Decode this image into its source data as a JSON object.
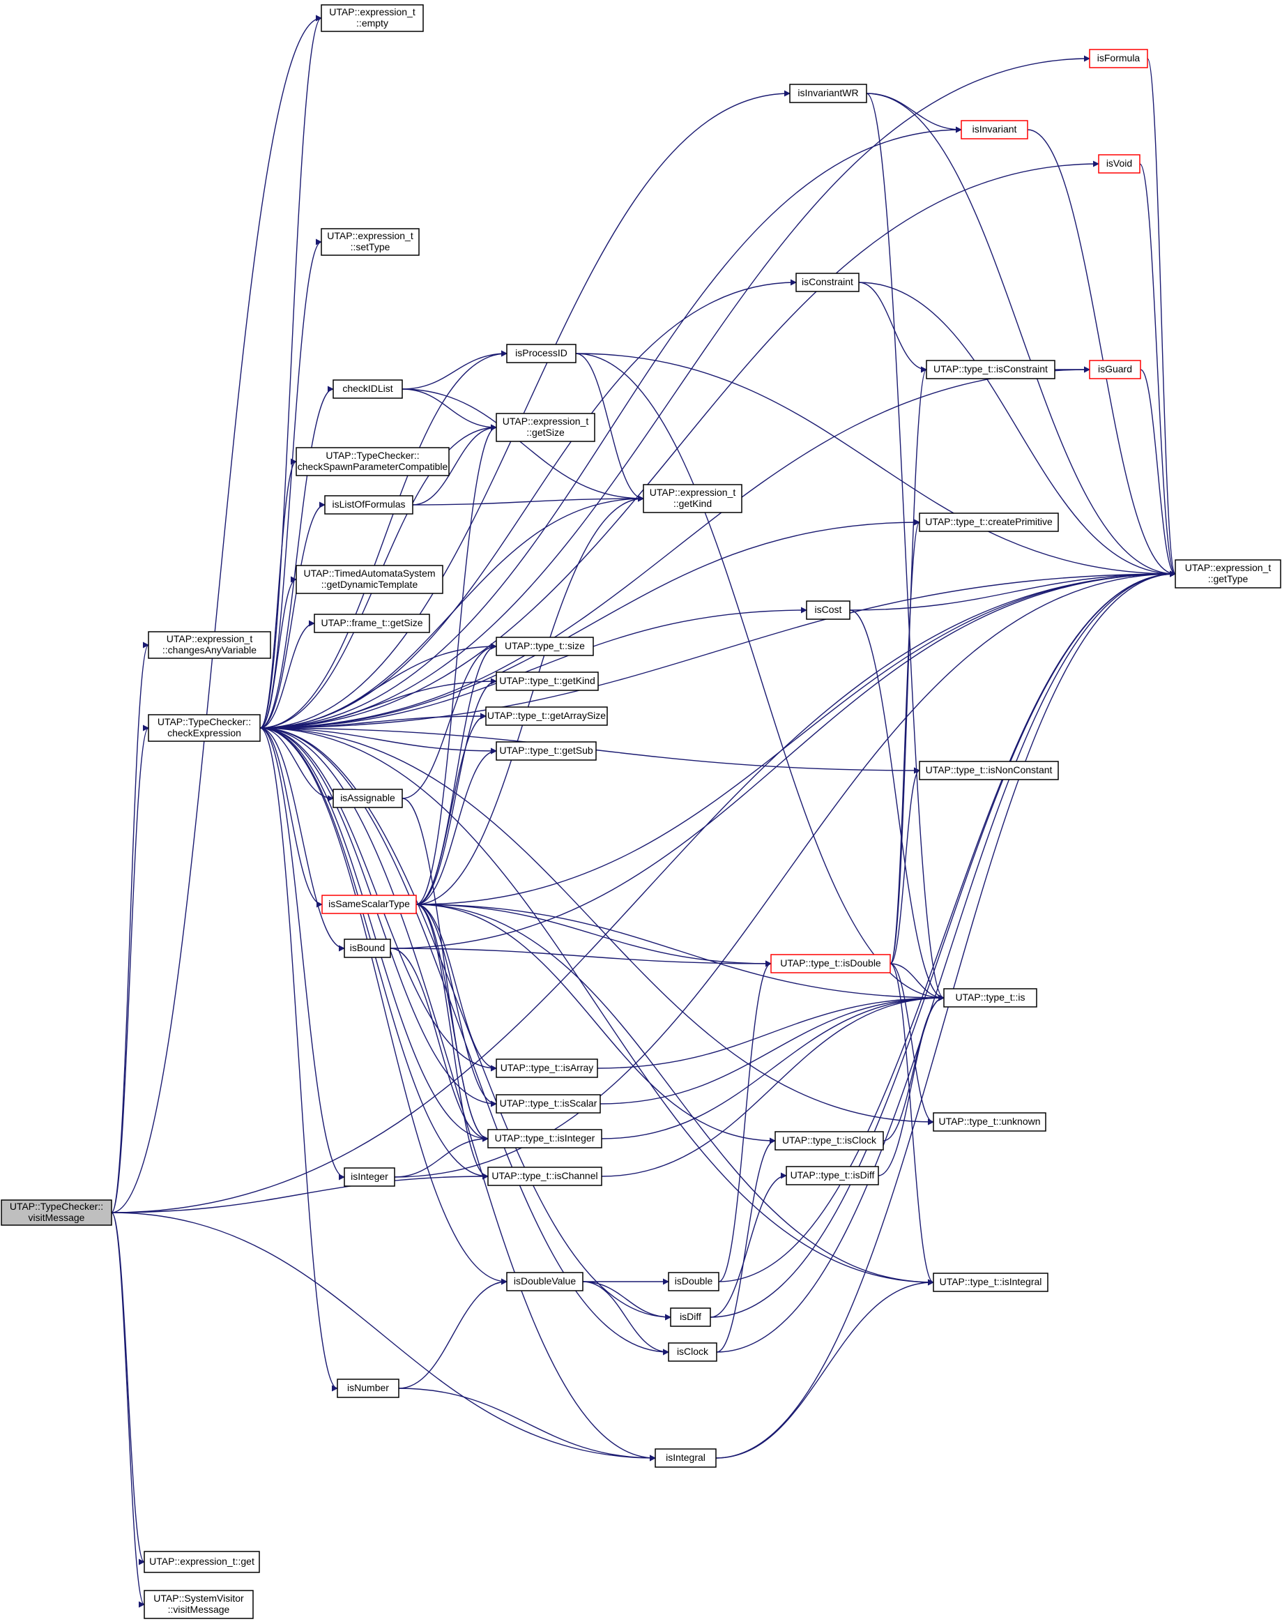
{
  "diagram": {
    "colors": {
      "edge": "#191970",
      "node_border": "#000000",
      "node_border_truncated": "#ff0000",
      "node_fill": "#ffffff",
      "root_fill": "#bfbfbf"
    },
    "nodes": [
      {
        "id": "visitMessage_root",
        "lines": [
          "UTAP::TypeChecker::",
          "visitMessage"
        ],
        "style": "root"
      },
      {
        "id": "changesAnyVariable",
        "lines": [
          "UTAP::expression_t",
          "::changesAnyVariable"
        ],
        "style": "normal"
      },
      {
        "id": "checkExpression",
        "lines": [
          "UTAP::TypeChecker::",
          "checkExpression"
        ],
        "style": "normal"
      },
      {
        "id": "expr_get",
        "lines": [
          "UTAP::expression_t::get"
        ],
        "style": "normal"
      },
      {
        "id": "sysvisitor_visitMessage",
        "lines": [
          "UTAP::SystemVisitor",
          "::visitMessage"
        ],
        "style": "normal"
      },
      {
        "id": "expr_empty",
        "lines": [
          "UTAP::expression_t",
          "::empty"
        ],
        "style": "normal"
      },
      {
        "id": "expr_setType",
        "lines": [
          "UTAP::expression_t",
          "::setType"
        ],
        "style": "normal"
      },
      {
        "id": "checkIDList",
        "lines": [
          "checkIDList"
        ],
        "style": "normal"
      },
      {
        "id": "checkSpawn",
        "lines": [
          "UTAP::TypeChecker::",
          "checkSpawnParameterCompatible"
        ],
        "style": "normal"
      },
      {
        "id": "isListOfFormulas",
        "lines": [
          "isListOfFormulas"
        ],
        "style": "normal"
      },
      {
        "id": "getDynamicTemplate",
        "lines": [
          "UTAP::TimedAutomataSystem",
          "::getDynamicTemplate"
        ],
        "style": "normal"
      },
      {
        "id": "frame_getSize",
        "lines": [
          "UTAP::frame_t::getSize"
        ],
        "style": "normal"
      },
      {
        "id": "isAssignable",
        "lines": [
          "isAssignable"
        ],
        "style": "normal"
      },
      {
        "id": "isSameScalarType",
        "lines": [
          "isSameScalarType"
        ],
        "style": "truncated"
      },
      {
        "id": "isBound",
        "lines": [
          "isBound"
        ],
        "style": "normal"
      },
      {
        "id": "isInteger",
        "lines": [
          "isInteger"
        ],
        "style": "normal"
      },
      {
        "id": "isDoubleValue",
        "lines": [
          "isDoubleValue"
        ],
        "style": "normal"
      },
      {
        "id": "isNumber",
        "lines": [
          "isNumber"
        ],
        "style": "normal"
      },
      {
        "id": "isProcessID",
        "lines": [
          "isProcessID"
        ],
        "style": "normal"
      },
      {
        "id": "expr_getSize",
        "lines": [
          "UTAP::expression_t",
          "::getSize"
        ],
        "style": "normal"
      },
      {
        "id": "type_size",
        "lines": [
          "UTAP::type_t::size"
        ],
        "style": "normal"
      },
      {
        "id": "type_getKind",
        "lines": [
          "UTAP::type_t::getKind"
        ],
        "style": "normal"
      },
      {
        "id": "type_getArraySize",
        "lines": [
          "UTAP::type_t::getArraySize"
        ],
        "style": "normal"
      },
      {
        "id": "type_getSub",
        "lines": [
          "UTAP::type_t::getSub"
        ],
        "style": "normal"
      },
      {
        "id": "type_isArray",
        "lines": [
          "UTAP::type_t::isArray"
        ],
        "style": "normal"
      },
      {
        "id": "type_isScalar",
        "lines": [
          "UTAP::type_t::isScalar"
        ],
        "style": "normal"
      },
      {
        "id": "type_isInteger",
        "lines": [
          "UTAP::type_t::isInteger"
        ],
        "style": "normal"
      },
      {
        "id": "type_isChannel",
        "lines": [
          "UTAP::type_t::isChannel"
        ],
        "style": "normal"
      },
      {
        "id": "expr_getKind",
        "lines": [
          "UTAP::expression_t",
          "::getKind"
        ],
        "style": "normal"
      },
      {
        "id": "isDouble",
        "lines": [
          "isDouble"
        ],
        "style": "normal"
      },
      {
        "id": "isDiff",
        "lines": [
          "isDiff"
        ],
        "style": "normal"
      },
      {
        "id": "isClock",
        "lines": [
          "isClock"
        ],
        "style": "normal"
      },
      {
        "id": "isIntegral",
        "lines": [
          "isIntegral"
        ],
        "style": "normal"
      },
      {
        "id": "isInvariantWR",
        "lines": [
          "isInvariantWR"
        ],
        "style": "normal"
      },
      {
        "id": "isConstraint",
        "lines": [
          "isConstraint"
        ],
        "style": "normal"
      },
      {
        "id": "isCost",
        "lines": [
          "isCost"
        ],
        "style": "normal"
      },
      {
        "id": "type_isDouble",
        "lines": [
          "UTAP::type_t::isDouble"
        ],
        "style": "truncated"
      },
      {
        "id": "type_isClock",
        "lines": [
          "UTAP::type_t::isClock"
        ],
        "style": "normal"
      },
      {
        "id": "type_isDiff",
        "lines": [
          "UTAP::type_t::isDiff"
        ],
        "style": "normal"
      },
      {
        "id": "isFormula",
        "lines": [
          "isFormula"
        ],
        "style": "truncated"
      },
      {
        "id": "isInvariant",
        "lines": [
          "isInvariant"
        ],
        "style": "truncated"
      },
      {
        "id": "isVoid",
        "lines": [
          "isVoid"
        ],
        "style": "truncated"
      },
      {
        "id": "type_isConstraint",
        "lines": [
          "UTAP::type_t::isConstraint"
        ],
        "style": "normal"
      },
      {
        "id": "type_createPrimitive",
        "lines": [
          "UTAP::type_t::createPrimitive"
        ],
        "style": "normal"
      },
      {
        "id": "type_isNonConstant",
        "lines": [
          "UTAP::type_t::isNonConstant"
        ],
        "style": "normal"
      },
      {
        "id": "type_is",
        "lines": [
          "UTAP::type_t::is"
        ],
        "style": "normal"
      },
      {
        "id": "type_unknown",
        "lines": [
          "UTAP::type_t::unknown"
        ],
        "style": "normal"
      },
      {
        "id": "type_isIntegral",
        "lines": [
          "UTAP::type_t::isIntegral"
        ],
        "style": "normal"
      },
      {
        "id": "isGuard",
        "lines": [
          "isGuard"
        ],
        "style": "truncated"
      },
      {
        "id": "expr_getType",
        "lines": [
          "UTAP::expression_t",
          "::getType"
        ],
        "style": "normal"
      }
    ],
    "edges": [
      [
        "visitMessage_root",
        "changesAnyVariable"
      ],
      [
        "visitMessage_root",
        "checkExpression"
      ],
      [
        "visitMessage_root",
        "expr_get"
      ],
      [
        "visitMessage_root",
        "sysvisitor_visitMessage"
      ],
      [
        "visitMessage_root",
        "expr_empty"
      ],
      [
        "visitMessage_root",
        "type_isChannel"
      ],
      [
        "visitMessage_root",
        "isIntegral"
      ],
      [
        "visitMessage_root",
        "expr_getType"
      ],
      [
        "checkExpression",
        "expr_empty"
      ],
      [
        "checkExpression",
        "isFormula"
      ],
      [
        "checkExpression",
        "isInvariantWR"
      ],
      [
        "checkExpression",
        "isInvariant"
      ],
      [
        "checkExpression",
        "isVoid"
      ],
      [
        "checkExpression",
        "expr_getType"
      ],
      [
        "checkExpression",
        "expr_setType"
      ],
      [
        "checkExpression",
        "isConstraint"
      ],
      [
        "checkExpression",
        "isGuard"
      ],
      [
        "checkExpression",
        "isProcessID"
      ],
      [
        "checkExpression",
        "checkIDList"
      ],
      [
        "checkExpression",
        "expr_getSize"
      ],
      [
        "checkExpression",
        "checkSpawn"
      ],
      [
        "checkExpression",
        "isListOfFormulas"
      ],
      [
        "checkExpression",
        "expr_getKind"
      ],
      [
        "checkExpression",
        "type_createPrimitive"
      ],
      [
        "checkExpression",
        "getDynamicTemplate"
      ],
      [
        "checkExpression",
        "isCost"
      ],
      [
        "checkExpression",
        "frame_getSize"
      ],
      [
        "checkExpression",
        "type_size"
      ],
      [
        "checkExpression",
        "type_getKind"
      ],
      [
        "checkExpression",
        "type_getArraySize"
      ],
      [
        "checkExpression",
        "type_getSub"
      ],
      [
        "checkExpression",
        "type_isNonConstant"
      ],
      [
        "checkExpression",
        "isAssignable"
      ],
      [
        "checkExpression",
        "isSameScalarType"
      ],
      [
        "checkExpression",
        "isBound"
      ],
      [
        "checkExpression",
        "type_isArray"
      ],
      [
        "checkExpression",
        "type_isScalar"
      ],
      [
        "checkExpression",
        "type_isInteger"
      ],
      [
        "checkExpression",
        "isInteger"
      ],
      [
        "checkExpression",
        "type_isChannel"
      ],
      [
        "checkExpression",
        "type_unknown"
      ],
      [
        "checkExpression",
        "isDiff"
      ],
      [
        "checkExpression",
        "isDoubleValue"
      ],
      [
        "checkExpression",
        "isClock"
      ],
      [
        "checkExpression",
        "isNumber"
      ],
      [
        "checkExpression",
        "type_isIntegral"
      ],
      [
        "checkExpression",
        "isIntegral"
      ],
      [
        "checkIDList",
        "isProcessID"
      ],
      [
        "checkIDList",
        "expr_getSize"
      ],
      [
        "checkIDList",
        "expr_getKind"
      ],
      [
        "isListOfFormulas",
        "expr_getSize"
      ],
      [
        "isListOfFormulas",
        "expr_getKind"
      ],
      [
        "isProcessID",
        "expr_getKind"
      ],
      [
        "isProcessID",
        "expr_getType"
      ],
      [
        "isProcessID",
        "type_is"
      ],
      [
        "isAssignable",
        "type_size"
      ],
      [
        "isAssignable",
        "type_isInteger"
      ],
      [
        "isSameScalarType",
        "expr_getSize"
      ],
      [
        "isSameScalarType",
        "expr_getKind"
      ],
      [
        "isSameScalarType",
        "type_size"
      ],
      [
        "isSameScalarType",
        "type_getKind"
      ],
      [
        "isSameScalarType",
        "type_getArraySize"
      ],
      [
        "isSameScalarType",
        "type_getSub"
      ],
      [
        "isSameScalarType",
        "expr_getType"
      ],
      [
        "isSameScalarType",
        "type_isArray"
      ],
      [
        "isSameScalarType",
        "type_isScalar"
      ],
      [
        "isSameScalarType",
        "type_isInteger"
      ],
      [
        "isSameScalarType",
        "type_isChannel"
      ],
      [
        "isSameScalarType",
        "type_isDouble"
      ],
      [
        "isSameScalarType",
        "type_isClock"
      ],
      [
        "isSameScalarType",
        "type_is"
      ],
      [
        "isSameScalarType",
        "type_isIntegral"
      ],
      [
        "isBound",
        "expr_getType"
      ],
      [
        "isBound",
        "type_isDouble"
      ],
      [
        "isBound",
        "type_isInteger"
      ],
      [
        "isInteger",
        "type_isInteger"
      ],
      [
        "isInteger",
        "expr_getType"
      ],
      [
        "isDoubleValue",
        "isDouble"
      ],
      [
        "isDoubleValue",
        "isDiff"
      ],
      [
        "isDoubleValue",
        "isClock"
      ],
      [
        "isNumber",
        "isDoubleValue"
      ],
      [
        "isNumber",
        "isIntegral"
      ],
      [
        "isDouble",
        "type_isDouble"
      ],
      [
        "isDouble",
        "expr_getType"
      ],
      [
        "isDiff",
        "type_isDiff"
      ],
      [
        "isDiff",
        "expr_getType"
      ],
      [
        "isClock",
        "type_isClock"
      ],
      [
        "isClock",
        "expr_getType"
      ],
      [
        "isIntegral",
        "type_isIntegral"
      ],
      [
        "isIntegral",
        "expr_getType"
      ],
      [
        "isInvariantWR",
        "isInvariant"
      ],
      [
        "isInvariantWR",
        "expr_getType"
      ],
      [
        "isInvariantWR",
        "type_is"
      ],
      [
        "isConstraint",
        "type_isConstraint"
      ],
      [
        "isConstraint",
        "expr_getType"
      ],
      [
        "isCost",
        "expr_getType"
      ],
      [
        "isCost",
        "type_is"
      ],
      [
        "type_isDouble",
        "type_is"
      ],
      [
        "type_isDouble",
        "type_isConstraint"
      ],
      [
        "type_isDouble",
        "type_createPrimitive"
      ],
      [
        "type_isDouble",
        "type_isNonConstant"
      ],
      [
        "type_isDouble",
        "type_unknown"
      ],
      [
        "type_isDouble",
        "type_isIntegral"
      ],
      [
        "type_isClock",
        "type_is"
      ],
      [
        "type_isDiff",
        "type_is"
      ],
      [
        "type_isArray",
        "type_is"
      ],
      [
        "type_isScalar",
        "type_is"
      ],
      [
        "type_isInteger",
        "type_is"
      ],
      [
        "type_isChannel",
        "type_is"
      ],
      [
        "type_isConstraint",
        "isGuard"
      ],
      [
        "isFormula",
        "expr_getType"
      ],
      [
        "isInvariant",
        "expr_getType"
      ],
      [
        "isVoid",
        "expr_getType"
      ],
      [
        "isGuard",
        "expr_getType"
      ]
    ]
  }
}
